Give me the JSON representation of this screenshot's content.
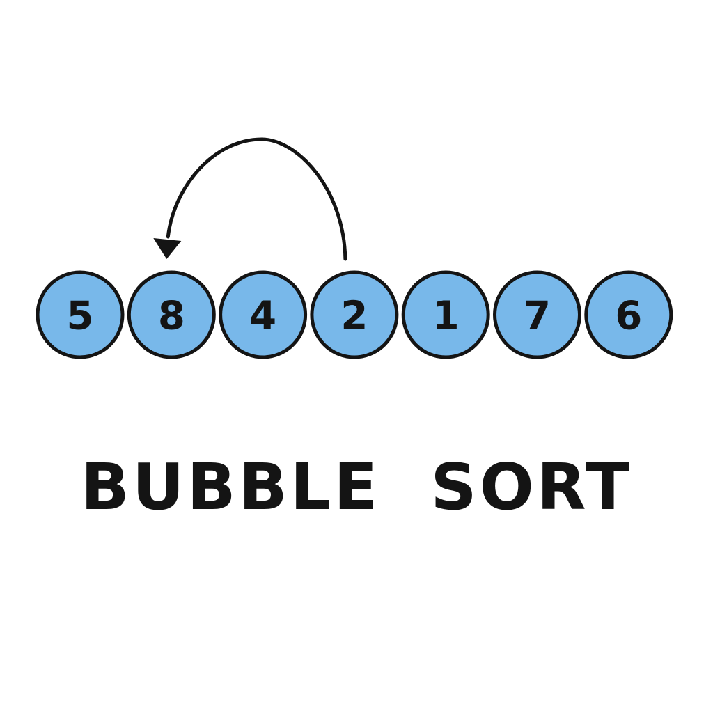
{
  "title": "BUBBLE  SORT",
  "nodes": [
    "5",
    "8",
    "4",
    "2",
    "1",
    "7",
    "6"
  ],
  "swap_arrow": {
    "from_index": 3,
    "to_index": 1
  },
  "colors": {
    "node_fill": "#78b8ea",
    "node_stroke": "#141414",
    "node_text": "#141414",
    "arrow": "#141414"
  }
}
